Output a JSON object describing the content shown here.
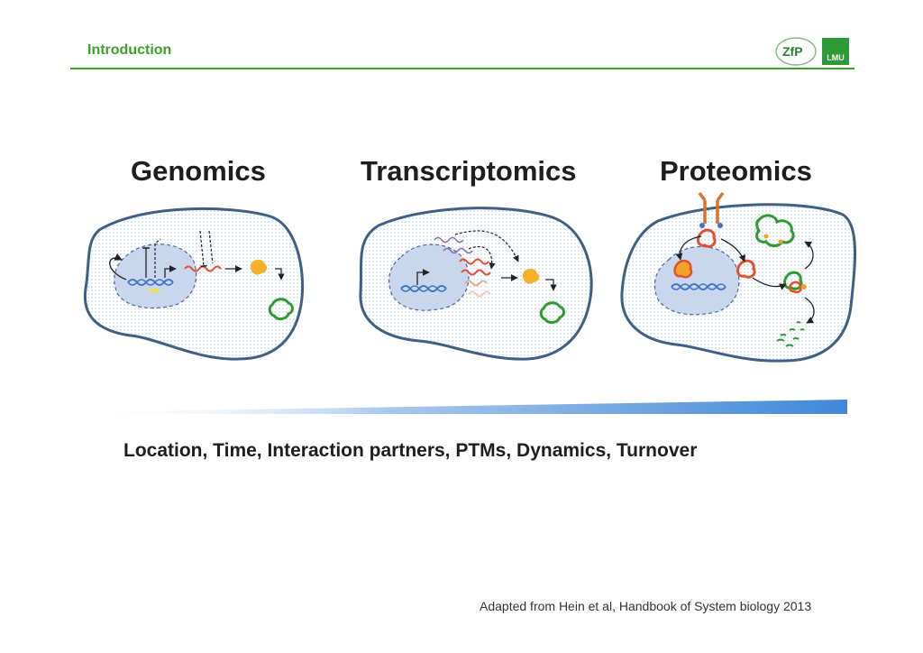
{
  "header": {
    "title": "Introduction",
    "logo_zfp_text": "ZfP",
    "logo_lmu_text": "LMU"
  },
  "panels": [
    {
      "title": "Genomics"
    },
    {
      "title": "Transcriptomics"
    },
    {
      "title": "Proteomics"
    }
  ],
  "features_line": "Location, Time, Interaction partners, PTMs, Dynamics, Turnover",
  "citation": "Adapted from Hein et al, Handbook of System biology 2013",
  "colors": {
    "accent_green": "#3aa02a",
    "cell_outline": "#3f5f84",
    "nucleus_fill": "#c9d7ee",
    "dna_blue": "#3f73c9",
    "mrna_red": "#e2502f",
    "mrna_purple": "#8e6fb8",
    "protein_green": "#2f9a2f",
    "protein_orange": "#f4a12a"
  }
}
